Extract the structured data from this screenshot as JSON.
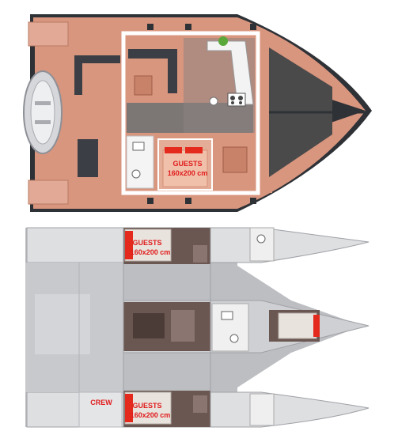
{
  "deck_plan": {
    "cabin_label": "GUESTS",
    "cabin_size": "160x200 cm"
  },
  "hull_plan": {
    "cabins": [
      {
        "label": "GUESTS",
        "size": "160x200 cm"
      },
      {
        "label": "GUESTS",
        "size": "160x200 cm"
      }
    ],
    "crew_label": "CREW"
  },
  "colors": {
    "deck_wood": "#d9967f",
    "deck_dark": "#3b3f45",
    "trampoline": "#4a4a4a",
    "hull_grey": "#bcbec2",
    "hull_light": "#dedfe1",
    "interior_dark": "#5c4b46",
    "bed_red": "#e32a1c",
    "label_red": "#e01b1b"
  }
}
